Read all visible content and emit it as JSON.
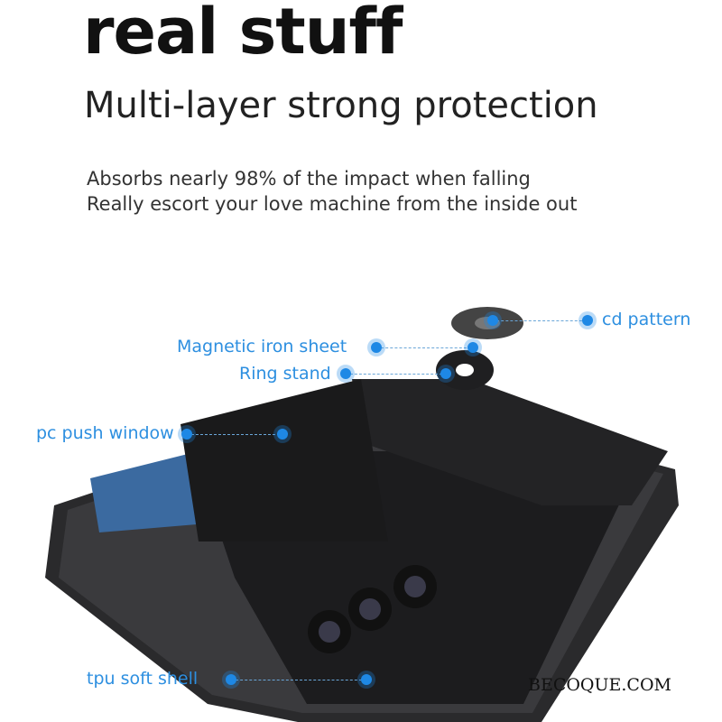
{
  "title": "real stuff",
  "subtitle": "Multi-layer strong protection",
  "description": [
    "Absorbs nearly 98% of the impact when falling",
    "Really escort your love machine from the inside out"
  ],
  "callouts": {
    "cd_pattern": "cd pattern",
    "magnetic_iron_sheet": "Magnetic iron sheet",
    "ring_stand": "Ring stand",
    "pc_push_window": "pc push window",
    "tpu_soft_shell": "tpu soft shell"
  },
  "watermark": "BECOQUE.COM",
  "colors": {
    "accent": "#2d8fe0",
    "dot": "#1e88e5"
  }
}
